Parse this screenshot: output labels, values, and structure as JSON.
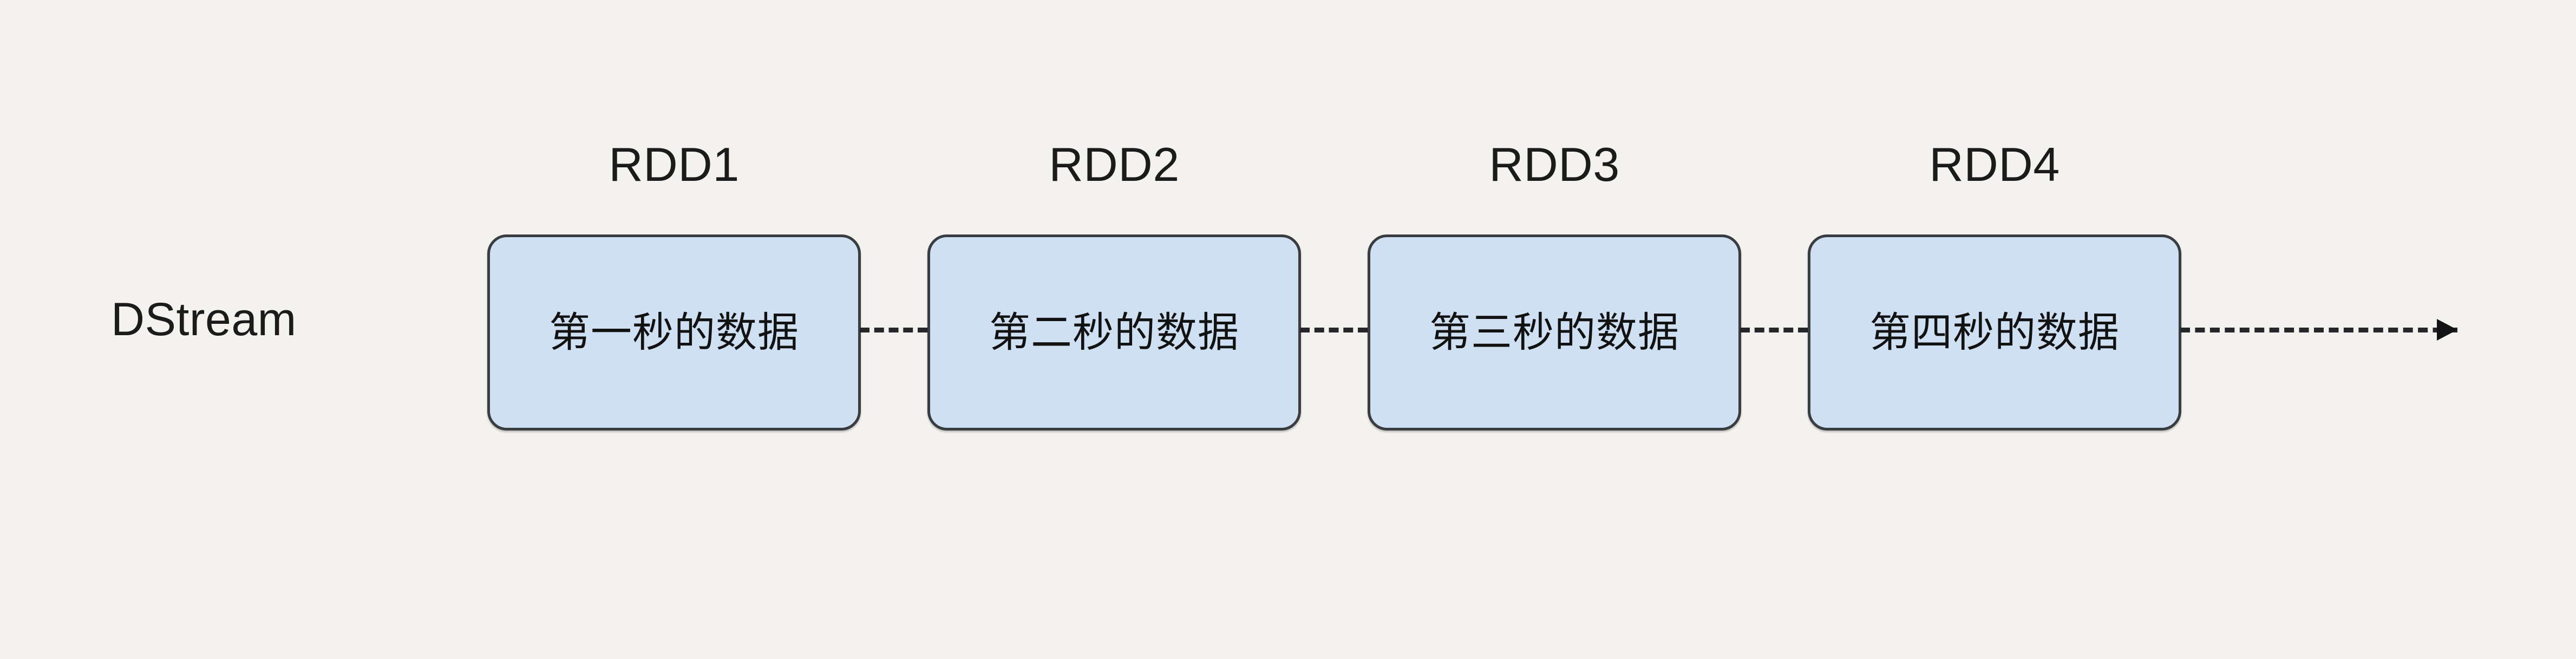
{
  "diagram": {
    "title_label": "DStream",
    "background_color": "#f4f2ee",
    "box_fill_color": "#cfe0f3",
    "box_border_color": "#393c40",
    "connector_color": "#24262a",
    "rdds": [
      {
        "caption": "RDD1",
        "box_label": "第一秒的数据"
      },
      {
        "caption": "RDD2",
        "box_label": "第二秒的数据"
      },
      {
        "caption": "RDD3",
        "box_label": "第三秒的数据"
      },
      {
        "caption": "RDD4",
        "box_label": "第四秒的数据"
      }
    ]
  },
  "chart_data": {
    "type": "diagram",
    "title": "DStream",
    "series": [
      {
        "name": "RDD1",
        "label": "第一秒的数据"
      },
      {
        "name": "RDD2",
        "label": "第二秒的数据"
      },
      {
        "name": "RDD3",
        "label": "第三秒的数据"
      },
      {
        "name": "RDD4",
        "label": "第四秒的数据"
      }
    ],
    "annotations": [
      "dashed connectors between consecutive RDDs",
      "trailing dashed arrow pointing right"
    ]
  }
}
